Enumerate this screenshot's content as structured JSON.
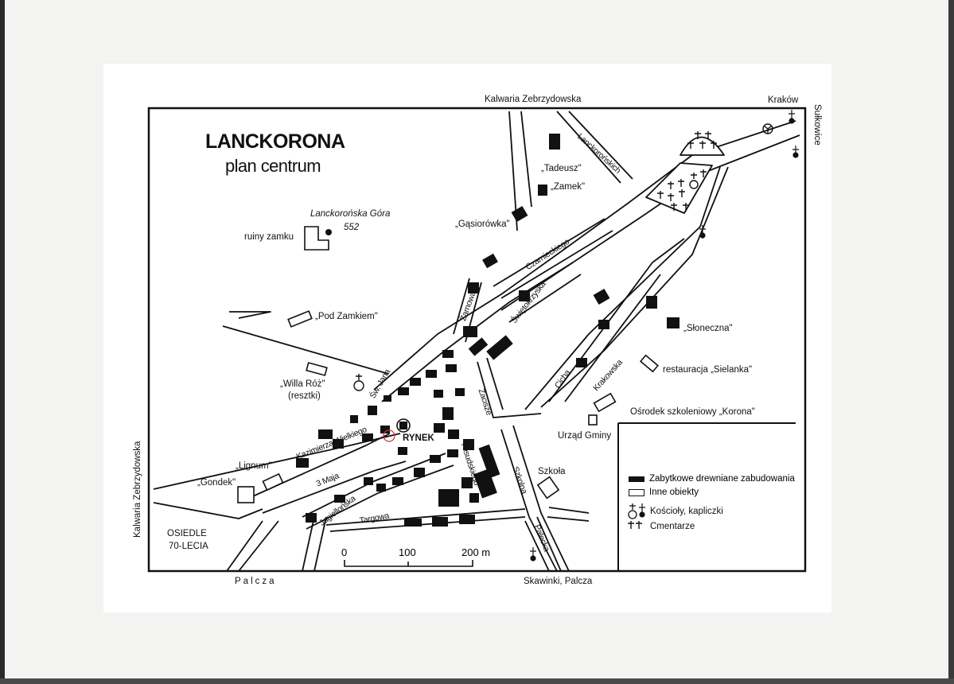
{
  "map": {
    "title": "LANCKORONA",
    "subtitle": "plan centrum",
    "hill": {
      "name": "Lanckorońska Góra",
      "elevation": "552"
    },
    "places": {
      "ruins": "ruiny zamku",
      "pod_zamkiem": "„Pod Zamkiem\"",
      "willa_roz": "„Willa Róż\"",
      "resztki": "(resztki)",
      "tadeusz": "„Tadeusz\"",
      "zamek": "„Zamek\"",
      "gasiorowka": "„Gąsiorówka\"",
      "sloneczna": "„Słoneczna\"",
      "sielanka": "restauracja „Sielanka\"",
      "korona": "Ośrodek szkoleniowy „Korona\"",
      "urzad": "Urząd Gminy",
      "szkola": "Szkoła",
      "rynek": "RYNEK",
      "lignum": "„Lignum\"",
      "gondek": "„Gondek\"",
      "osiedle_1": "OSIEDLE",
      "osiedle_2": "70-LECIA"
    },
    "streets": {
      "kazimierza": "Kazimierza Wielkiego",
      "sw_jana": "Św. Jana",
      "trzeciego_maja": "3 Maja",
      "jagiellonska": "Jagiellońska",
      "targowa": "Targowa",
      "pilsudskiego": "Piłsudskiego",
      "zacisze": "Zacisze",
      "szkolna": "Szkolna",
      "palecka": "Palecka",
      "zarnowa": "Żarnowa",
      "switokrzyska": "Świętokrzyska",
      "czarnieckiego": "Czarnieckiego",
      "lanckoronskich": "Lanckorońskich",
      "cicha": "Cicha",
      "krakowska": "Krakowska"
    },
    "edges": {
      "top": "Kalwaria Zebrzydowska",
      "top_right": "Kraków",
      "right": "Sułkowice",
      "left": "Kalwaria Zebrzydowska",
      "bottom_left": "Palcza",
      "bottom_right": "Skawinki, Palcza"
    },
    "scale": {
      "labels": [
        "0",
        "100",
        "200 m"
      ]
    },
    "legend": {
      "historic": "Zabytkowe drewniane zabudowania",
      "other": "Inne obiekty",
      "churches": "Kościoły, kapliczki",
      "cemeteries": "Cmentarze"
    },
    "colors": {
      "ink": "#111111",
      "paper": "#ffffff",
      "scan_edge": "#e9e9e6",
      "marker": "#cc3333"
    }
  }
}
